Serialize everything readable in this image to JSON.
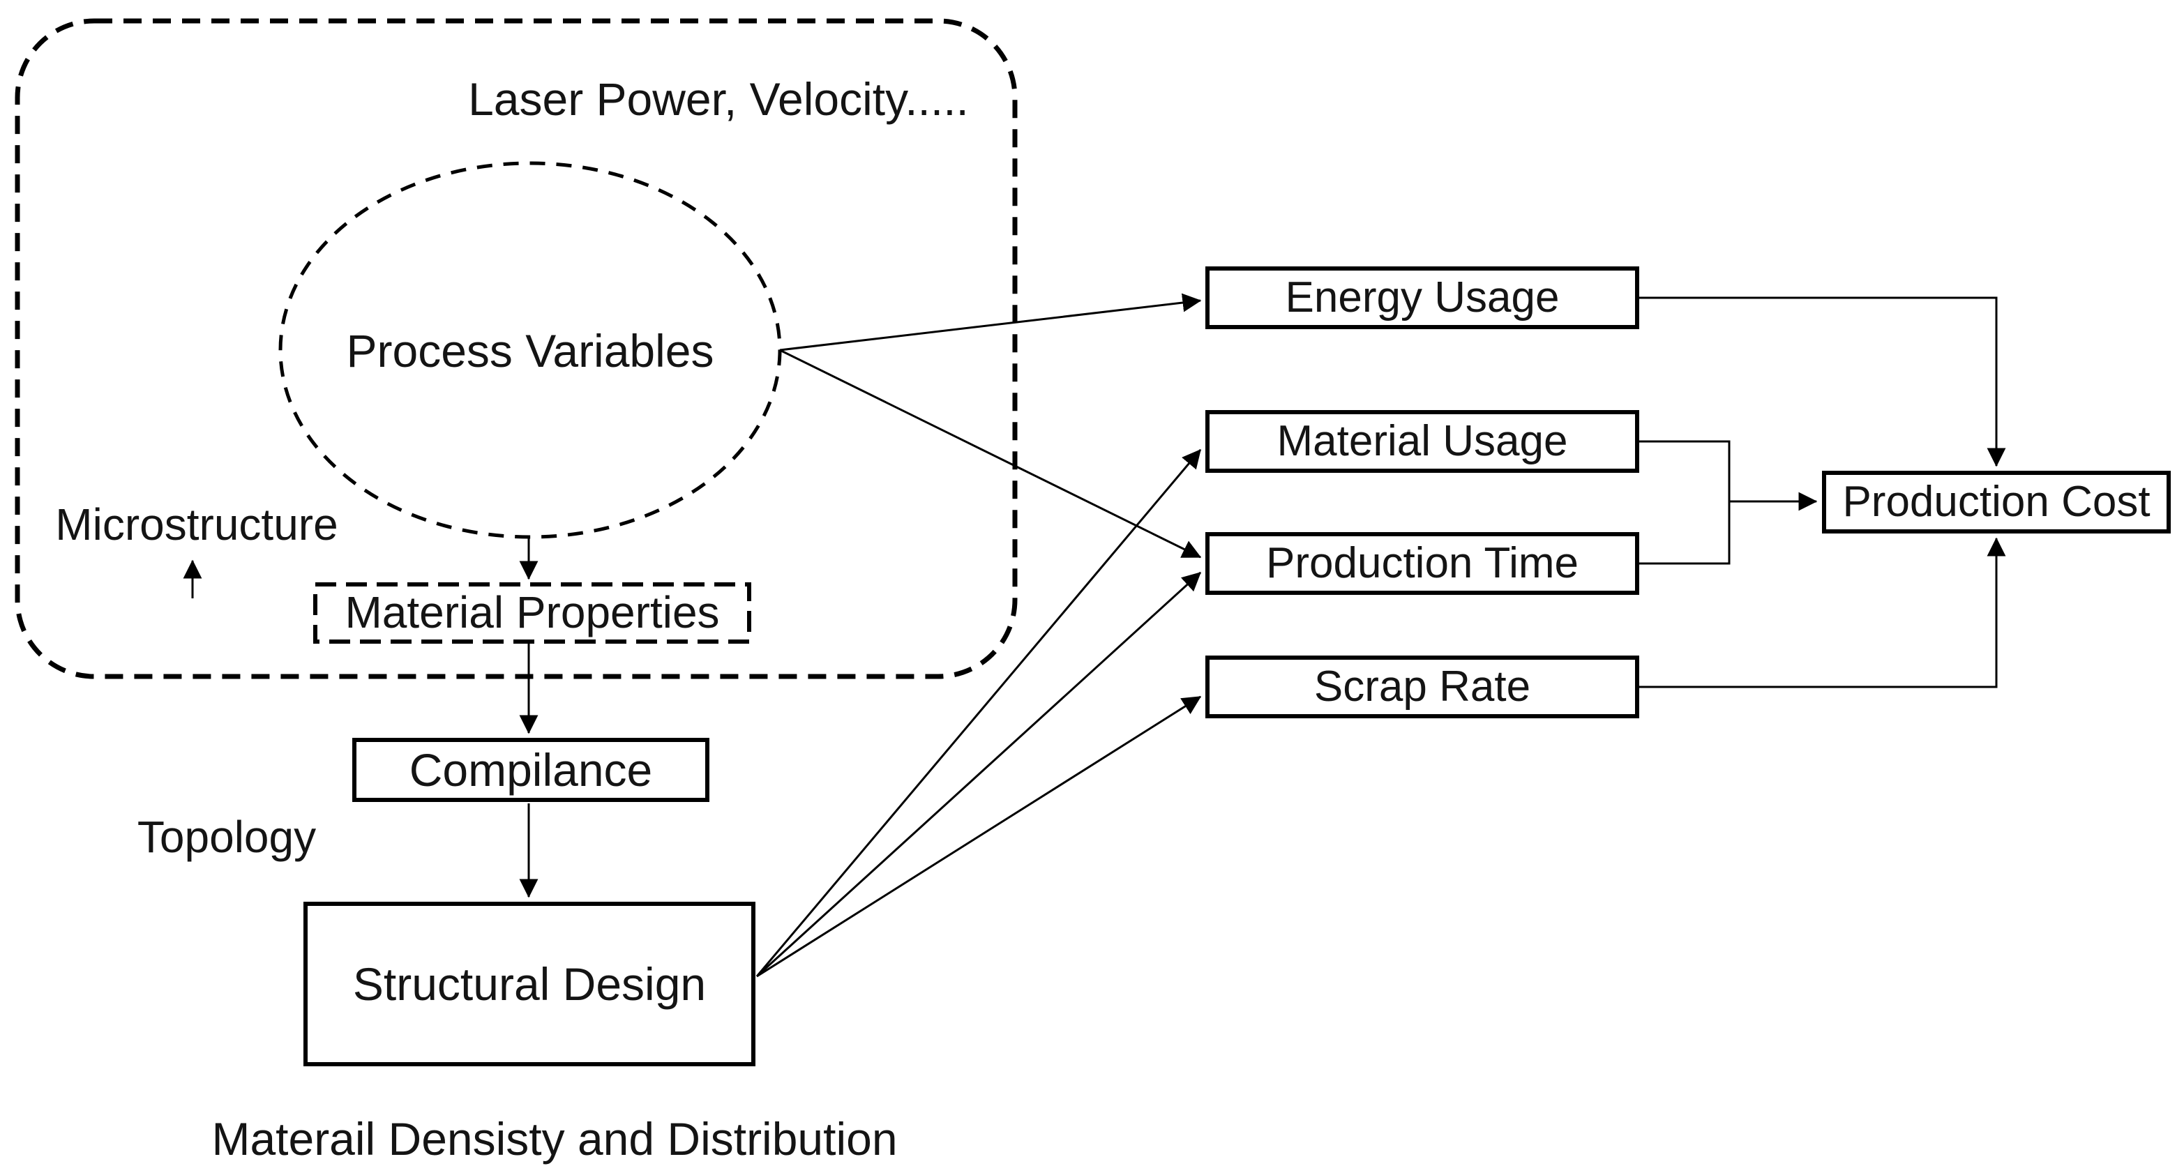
{
  "colors": {
    "background": "#ffffff",
    "stroke": "#000000",
    "text": "#141414"
  },
  "labels": {
    "laser_power": "Laser Power, Velocity.....",
    "process_variables": "Process Variables",
    "microstructure": "Microstructure",
    "material_properties": "Material Properties",
    "compilance": "Compilance",
    "topology": "Topology",
    "structural_design": "Structural Design",
    "material_density": "Materail Densisty and Distribution",
    "energy_usage": "Energy Usage",
    "material_usage": "Material Usage",
    "production_time": "Production Time",
    "scrap_rate": "Scrap Rate",
    "production_cost": "Production Cost"
  },
  "nodes": [
    {
      "id": "process_variables",
      "label": "Process Variables",
      "shape": "dashed-ellipse"
    },
    {
      "id": "material_properties",
      "label": "Material Properties",
      "shape": "dashed-rect"
    },
    {
      "id": "compilance",
      "label": "Compilance",
      "shape": "rect"
    },
    {
      "id": "structural_design",
      "label": "Structural Design",
      "shape": "rect"
    },
    {
      "id": "energy_usage",
      "label": "Energy Usage",
      "shape": "rect"
    },
    {
      "id": "material_usage",
      "label": "Material Usage",
      "shape": "rect"
    },
    {
      "id": "production_time",
      "label": "Production Time",
      "shape": "rect"
    },
    {
      "id": "scrap_rate",
      "label": "Scrap Rate",
      "shape": "rect"
    },
    {
      "id": "production_cost",
      "label": "Production Cost",
      "shape": "rect"
    }
  ],
  "edges": [
    {
      "from": "process_variables",
      "to": "material_properties"
    },
    {
      "from": "material_properties",
      "to": "compilance"
    },
    {
      "from": "compilance",
      "to": "structural_design"
    },
    {
      "from": "process_variables",
      "to": "energy_usage"
    },
    {
      "from": "process_variables",
      "to": "production_time"
    },
    {
      "from": "structural_design",
      "to": "material_usage"
    },
    {
      "from": "structural_design",
      "to": "production_time"
    },
    {
      "from": "structural_design",
      "to": "scrap_rate"
    },
    {
      "from": "energy_usage",
      "to": "production_cost"
    },
    {
      "from": "material_usage",
      "to": "production_cost",
      "note": "joined with production_time"
    },
    {
      "from": "production_time",
      "to": "production_cost",
      "note": "joined with material_usage"
    },
    {
      "from": "scrap_rate",
      "to": "production_cost"
    }
  ],
  "annotations": [
    "Laser Power, Velocity.....",
    "Microstructure",
    "Topology",
    "Materail Densisty and Distribution"
  ]
}
